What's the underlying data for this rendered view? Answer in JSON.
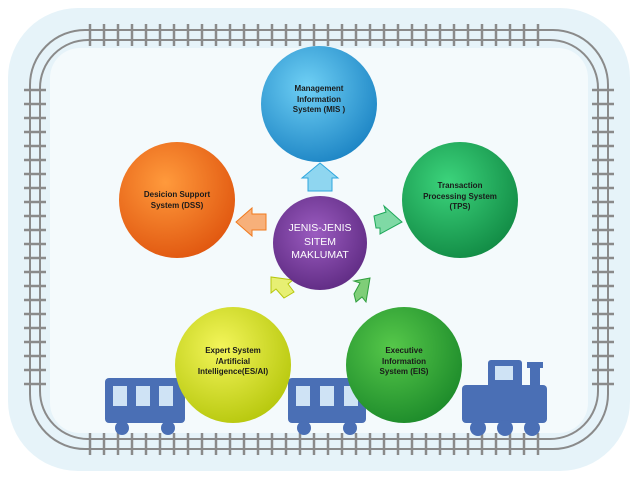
{
  "diagram": {
    "center": {
      "label": "JENIS-JENIS\nSITEM\nMAKLUMAT"
    },
    "nodes": [
      {
        "id": "mis",
        "label": "Management\nInformation\nSystem (MIS )"
      },
      {
        "id": "tps",
        "label": "Transaction\nProcessing System\n(TPS)"
      },
      {
        "id": "eis",
        "label": "Executive\nInformation\nSystem (EIS)"
      },
      {
        "id": "es",
        "label": "Expert System\n/Artificial\nIntelligence(ES/AI)"
      },
      {
        "id": "dss",
        "label": "Desicion Support\nSystem (DSS)"
      }
    ]
  },
  "colors": {
    "center": "#7b3f9e",
    "mis": "#2fa6de",
    "tps": "#1fa85a",
    "eis": "#2e9e3c",
    "es": "#d4e01a",
    "dss": "#f07a1e",
    "background_panel": "#e6f3f9",
    "track": "#8a8a8a",
    "train": "#4a6fb5"
  }
}
